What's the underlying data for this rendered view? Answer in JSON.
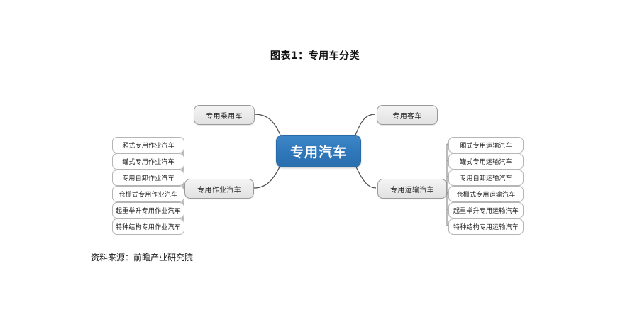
{
  "title": "图表1：专用车分类",
  "source": "资料来源：前瞻产业研究院",
  "colors": {
    "center_fill": "#2f78bb",
    "center_text": "#ffffff",
    "branch_fill": "#eaeaea",
    "branch_border": "#9a9a9a",
    "leaf_fill": "#ffffff",
    "leaf_border": "#b5b5b5",
    "link_stroke": "#4a4a4a",
    "background": "#ffffff"
  },
  "diagram": {
    "type": "mind-map",
    "center": {
      "label": "专用汽车"
    },
    "branches": [
      {
        "id": "top-left",
        "label": "专用乘用车",
        "side": "left",
        "leaves": []
      },
      {
        "id": "top-right",
        "label": "专用客车",
        "side": "right",
        "leaves": []
      },
      {
        "id": "bottom-left",
        "label": "专用作业汽车",
        "side": "left",
        "leaves": [
          "厢式专用作业汽车",
          "罐式专用作业汽车",
          "专用自卸作业汽车",
          "仓栅式专用作业汽车",
          "起重举升专用作业汽车",
          "特种结构专用作业汽车"
        ]
      },
      {
        "id": "bottom-right",
        "label": "专用运输汽车",
        "side": "right",
        "leaves": [
          "厢式专用运输汽车",
          "罐式专用运输汽车",
          "专用自卸运输汽车",
          "仓栅式专用运输汽车",
          "起重举升专用运输汽车",
          "特种结构专用运输汽车"
        ]
      }
    ]
  }
}
